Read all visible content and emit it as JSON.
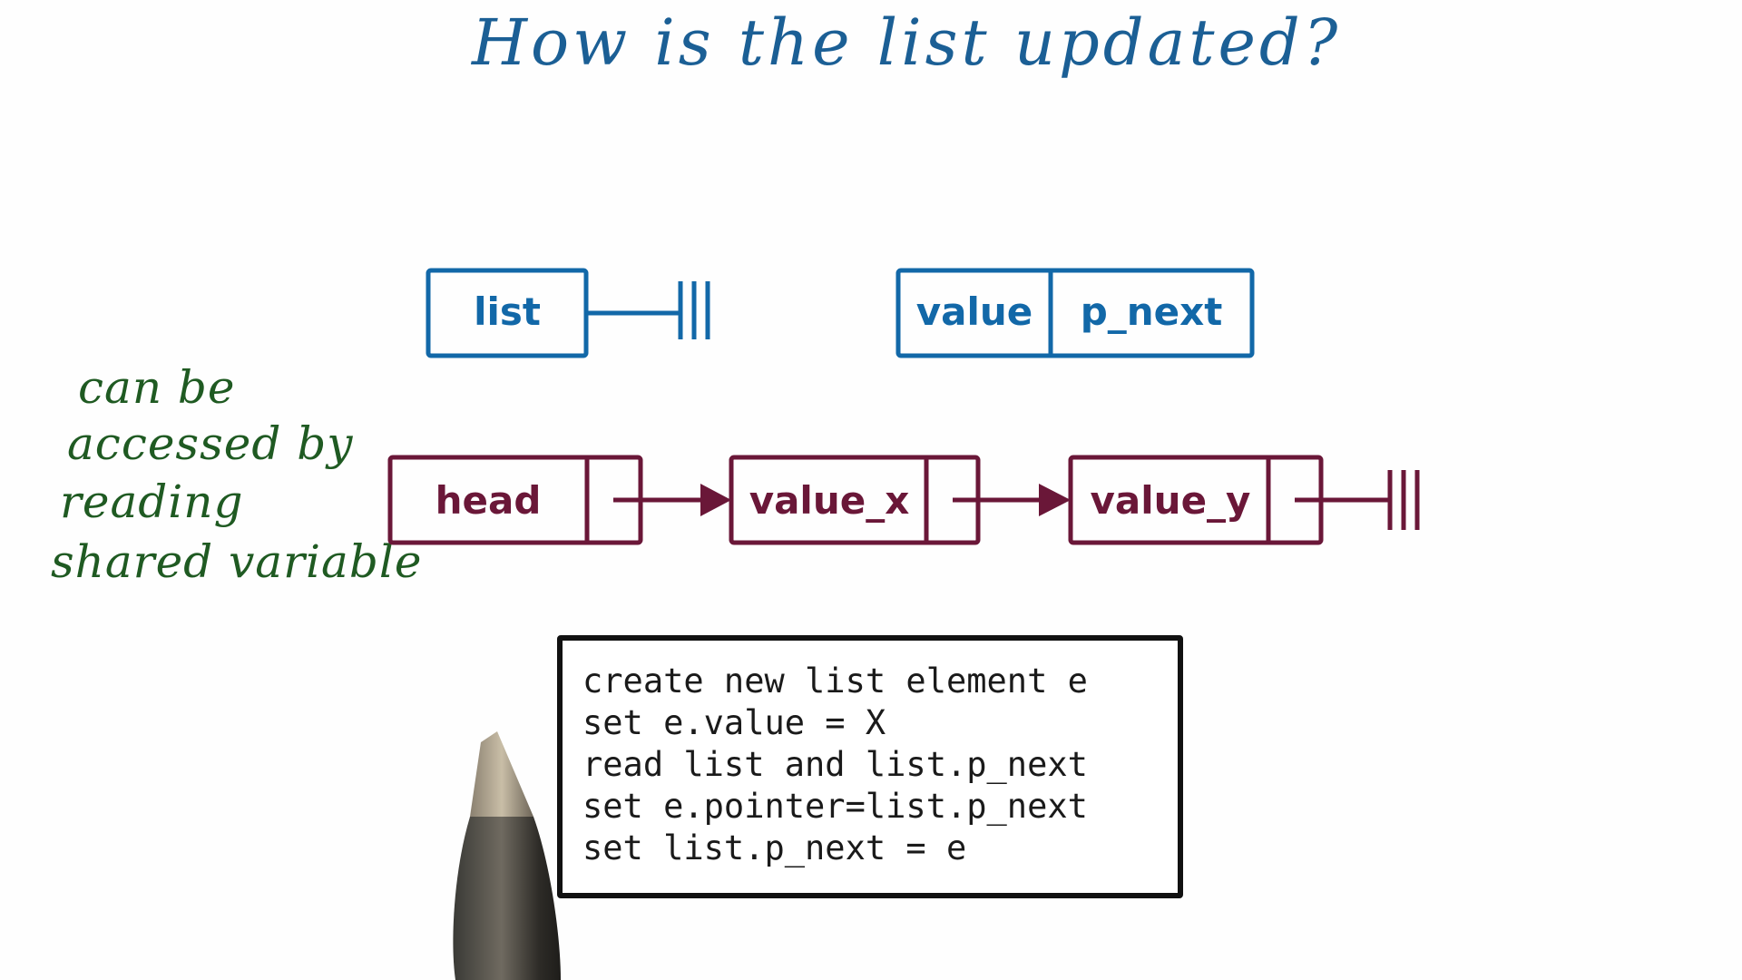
{
  "title": "How is the list updated?",
  "side_note": {
    "lines": [
      "can be",
      "accessed by",
      "reading",
      "shared variable"
    ]
  },
  "struct_diagram": {
    "list_label": "list",
    "node_fields": [
      "value",
      "p_next"
    ]
  },
  "linked_list": {
    "nodes": [
      "head",
      "value_x",
      "value_y"
    ]
  },
  "code": {
    "lines": [
      "create new list element e",
      "set e.value = X",
      "read list and list.p_next",
      "set e.pointer=list.p_next",
      "set list.p_next = e"
    ]
  },
  "colors": {
    "title": "#1b5f95",
    "blue_boxes": "#1268a8",
    "maroon_boxes": "#6a1738",
    "note": "#1f5a22"
  }
}
